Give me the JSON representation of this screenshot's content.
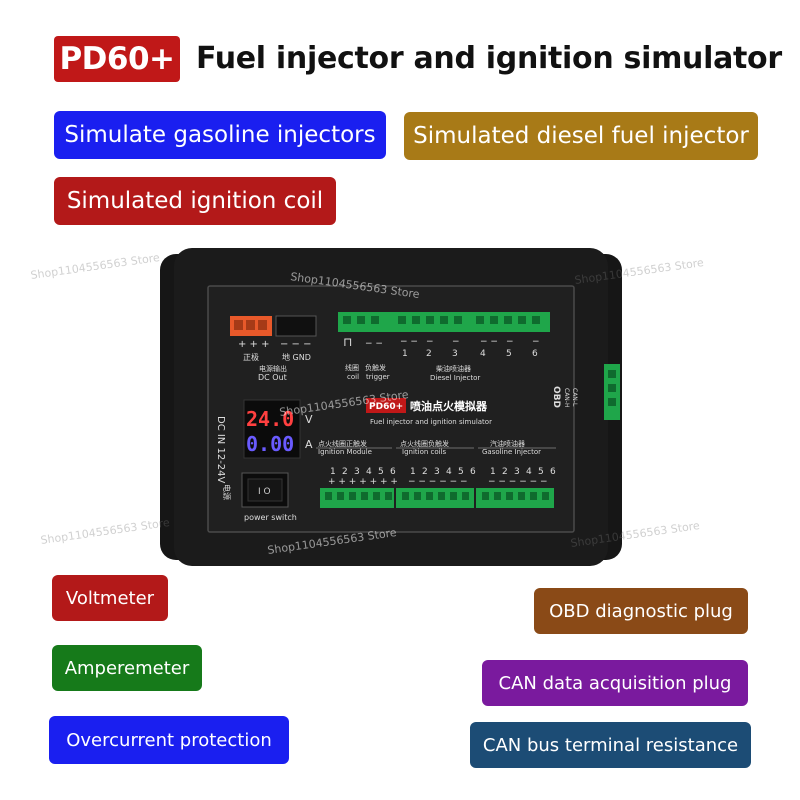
{
  "header": {
    "brand": "PD60+",
    "headline": "Fuel injector and ignition simulator"
  },
  "features_top": {
    "gasoline": "Simulate gasoline injectors",
    "diesel": "Simulated diesel fuel injector",
    "ignition": "Simulated ignition coil"
  },
  "features_bottom": {
    "voltmeter": "Voltmeter",
    "amperemeter": "Amperemeter",
    "overcurrent": "Overcurrent protection",
    "obd": "OBD diagnostic plug",
    "can_acq": "CAN data acquisition plug",
    "can_term": "CAN bus terminal resistance"
  },
  "device": {
    "dc_plus": "正极",
    "dc_gnd": "地 GND",
    "dc_out_cn": "电源输出",
    "dc_out": "DC Out",
    "dc_in": "DC IN 12-24V",
    "voltage": "24.0",
    "voltage_unit": "V",
    "current": "0.00",
    "current_unit": "A",
    "power_cn": "电源",
    "power_switch": "power switch",
    "coil_cn": "线圈",
    "coil": "coil",
    "trigger_cn": "负触发",
    "trigger": "trigger",
    "diesel_cn": "柴油喷油器",
    "diesel": "Diesel Injector",
    "label_brand": "PD60+",
    "label_cn": "喷油点火模拟器",
    "label_en": "Fuel injector and ignition simulator",
    "obd": "OBD",
    "can_h": "CAN-H",
    "can_l": "CAN-L",
    "ign_module_cn": "点火线圈正触发",
    "ign_module": "Ignition Module",
    "ign_coils_cn": "点火线圈负触发",
    "ign_coils": "Ignition coils",
    "gas_cn": "汽油喷油器",
    "gas": "Gasoline Injector",
    "d1": "1",
    "d2": "2",
    "d3": "3",
    "d4": "4",
    "d5": "5",
    "d6": "6"
  },
  "watermark": "Shop1104556563 Store",
  "colors": {
    "brand_red": "#c01818",
    "blue": "#1a1ff0",
    "gold": "#a87a17",
    "red": "#b31919",
    "green": "#167a1a",
    "brown": "#8a4a17",
    "purple": "#7a1a9e",
    "teal": "#1c4c75"
  }
}
